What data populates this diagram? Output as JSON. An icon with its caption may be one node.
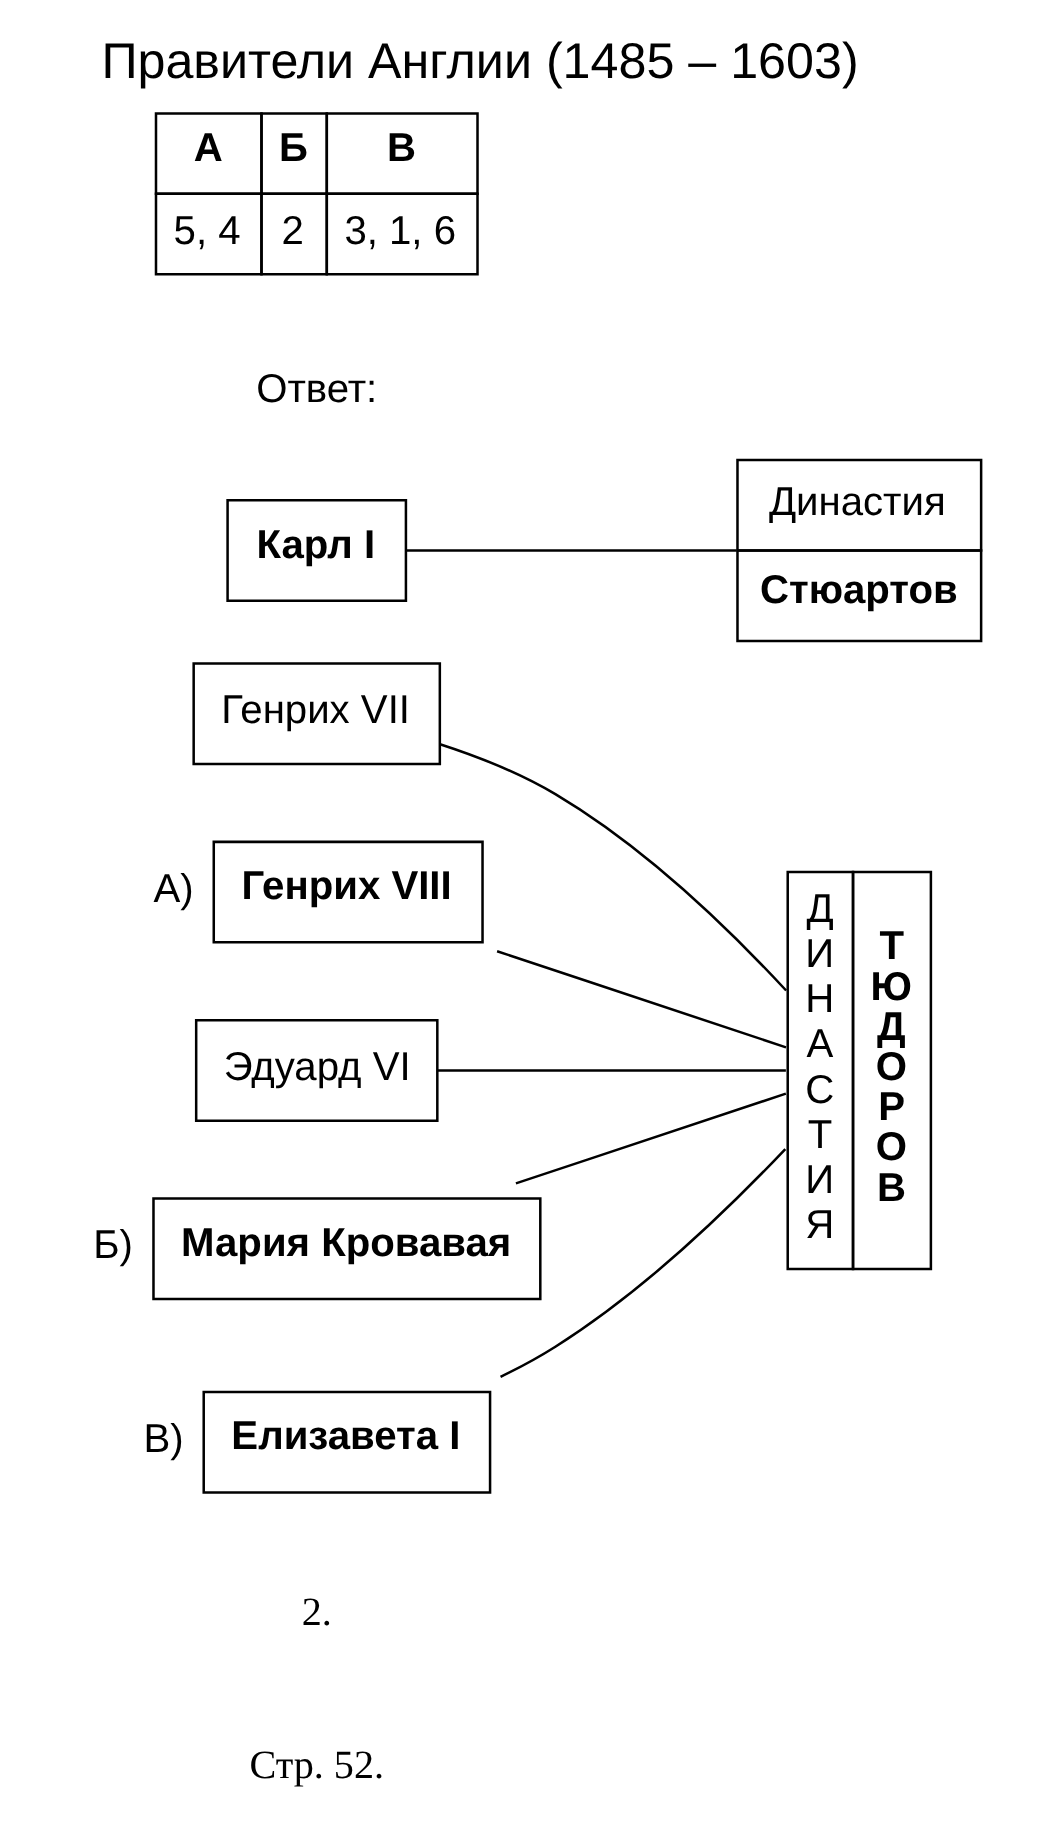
{
  "diagram": {
    "title": "Правители Англии (1485 – 1603)",
    "nodes": [
      {
        "text": [
          "Генрих VII"
        ]
      },
      {
        "text": [
          "Генрих VIII"
        ],
        "beside": [
          "А)"
        ]
      },
      {
        "text": [
          "Эдуард VI"
        ]
      },
      {
        "text": [
          "Мария Кровавая"
        ],
        "beside": [
          "Б)"
        ]
      },
      {
        "text": [
          "Елизавета I"
        ],
        "beside": [
          "В)"
        ]
      },
      {
        "text": [
          "ДИНАСТИЯ",
          "ТЮДОРОВ"
        ]
      },
      {
        "text": [
          "Карл I"
        ]
      },
      {
        "text": [
          "Династия",
          "Стюартов"
        ]
      }
    ],
    "edges": [
      {
        "from": 0,
        "to": 5,
        "arrow": "none"
      },
      {
        "from": 1,
        "to": 5,
        "arrow": "none"
      },
      {
        "from": 2,
        "to": 5,
        "arrow": "none"
      },
      {
        "from": 3,
        "to": 5,
        "arrow": "none"
      },
      {
        "from": 4,
        "to": 5,
        "arrow": "none"
      },
      {
        "from": 6,
        "to": 7,
        "arrow": "none"
      }
    ],
    "labels": [
      "Стр. 52.",
      "2.",
      "Ответ:",
      "А",
      "Б",
      "В",
      "5, 4",
      "2",
      "3, 1, 6"
    ]
  }
}
